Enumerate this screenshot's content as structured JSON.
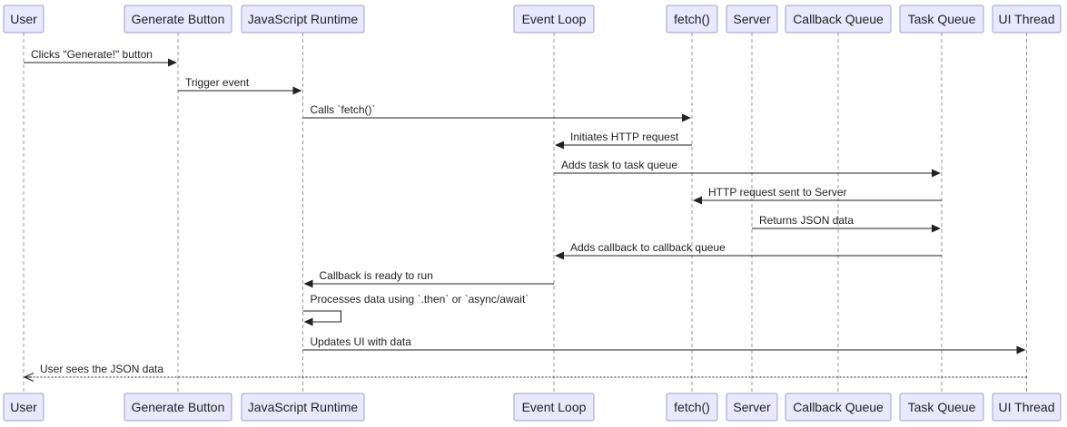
{
  "participants": [
    {
      "id": "user",
      "label": "User"
    },
    {
      "id": "button",
      "label": "Generate Button"
    },
    {
      "id": "runtime",
      "label": "JavaScript Runtime"
    },
    {
      "id": "loop",
      "label": "Event Loop"
    },
    {
      "id": "fetch",
      "label": "fetch()"
    },
    {
      "id": "server",
      "label": "Server"
    },
    {
      "id": "cbqueue",
      "label": "Callback Queue"
    },
    {
      "id": "taskqueue",
      "label": "Task Queue"
    },
    {
      "id": "ui",
      "label": "UI Thread"
    }
  ],
  "messages": [
    {
      "from": "user",
      "to": "button",
      "label": "Clicks \"Generate!\" button",
      "style": "solid"
    },
    {
      "from": "button",
      "to": "runtime",
      "label": "Trigger event",
      "style": "solid"
    },
    {
      "from": "runtime",
      "to": "fetch",
      "label": "Calls `fetch()`",
      "style": "solid"
    },
    {
      "from": "fetch",
      "to": "loop",
      "label": "Initiates HTTP request",
      "style": "solid"
    },
    {
      "from": "loop",
      "to": "taskqueue",
      "label": "Adds task to task queue",
      "style": "solid"
    },
    {
      "from": "taskqueue",
      "to": "fetch",
      "label": "HTTP request sent to Server",
      "style": "solid"
    },
    {
      "from": "server",
      "to": "taskqueue",
      "label": "Returns JSON data",
      "style": "solid"
    },
    {
      "from": "taskqueue",
      "to": "loop",
      "label": "Adds callback to callback queue",
      "style": "solid"
    },
    {
      "from": "loop",
      "to": "runtime",
      "label": "Callback is ready to run",
      "style": "solid"
    },
    {
      "from": "runtime",
      "to": "runtime",
      "label": "Processes data using `.then` or `async/await`",
      "style": "solid"
    },
    {
      "from": "runtime",
      "to": "ui",
      "label": "Updates UI with data",
      "style": "solid"
    },
    {
      "from": "ui",
      "to": "user",
      "label": "User sees the JSON data",
      "style": "dotted"
    }
  ]
}
